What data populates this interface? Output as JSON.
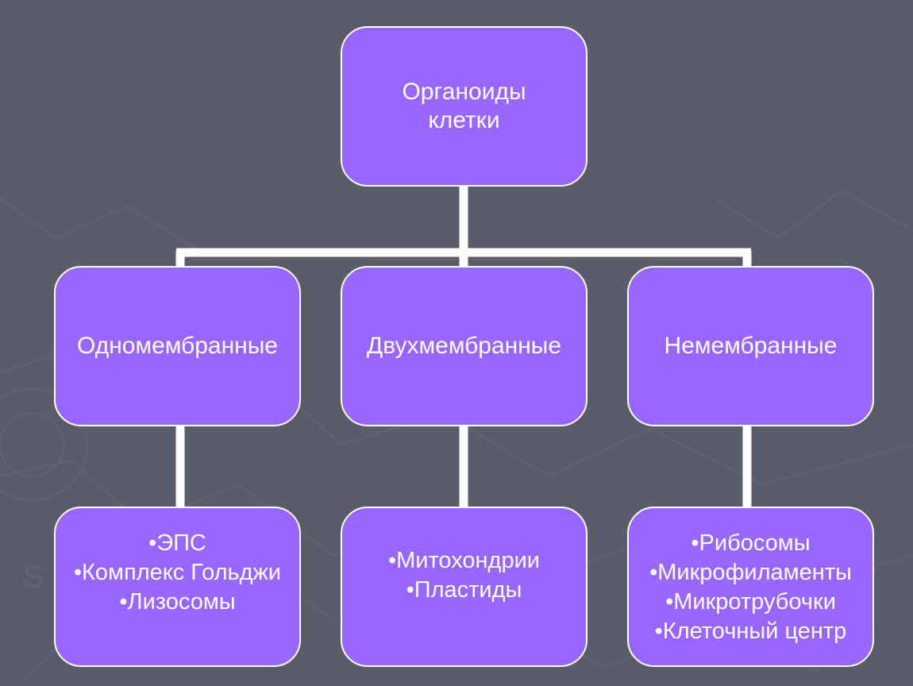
{
  "diagram": {
    "root": {
      "label": "Органоиды\nклетки"
    },
    "categories": [
      {
        "label": "Одномембранные",
        "items": [
          "•ЭПС",
          "•Комплекс Гольджи",
          "•Лизосомы"
        ]
      },
      {
        "label": "Двухмембранные",
        "items": [
          "•Митохондрии",
          "•Пластиды"
        ]
      },
      {
        "label": "Немембранные",
        "items": [
          "•Рибосомы",
          "•Микрофиламенты",
          "•Микротрубочки",
          "•Клеточный центр"
        ]
      }
    ]
  },
  "colors": {
    "background": "#5b5c69",
    "box_fill": "#9966ff",
    "box_border": "#ffffff",
    "connector": "#ffffff",
    "text": "#ffffff"
  }
}
